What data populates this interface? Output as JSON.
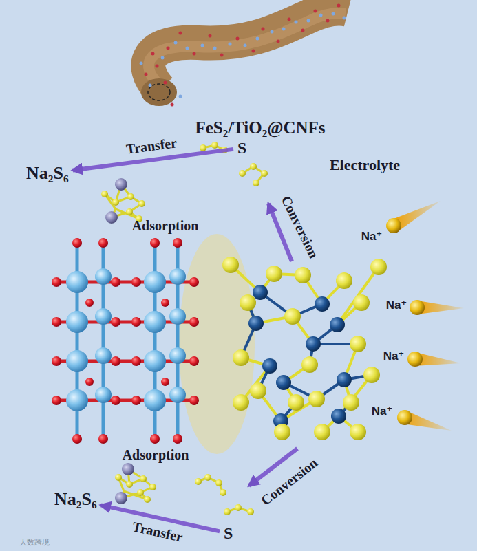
{
  "diagram": {
    "title": "FeS₂/TiO₂@CNFs",
    "nodes": [
      {
        "text": [
          "Na₂S₆"
        ]
      },
      {
        "text": [
          "S"
        ]
      },
      {
        "text": [
          "Na₂S₆"
        ]
      },
      {
        "text": [
          "S"
        ]
      }
    ],
    "edges": [
      {
        "from": 1,
        "to": 0,
        "arrow": "to",
        "label": "Transfer"
      },
      {
        "from": 3,
        "to": 2,
        "arrow": "to",
        "label": "Transfer"
      }
    ],
    "labels": [
      "Electrolyte",
      "Conversion",
      "Conversion",
      "Adsorption",
      "Adsorption",
      "Na⁺",
      "Na⁺",
      "Na⁺",
      "Na⁺",
      "大数跨境"
    ]
  }
}
